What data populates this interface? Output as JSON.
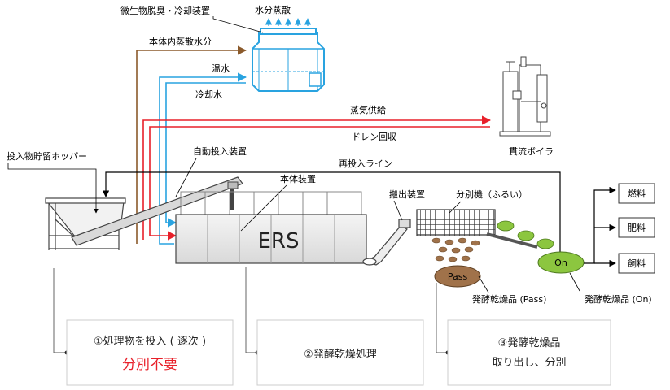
{
  "labels": {
    "cooler": "微生物脱臭・冷却装置",
    "evaporation": "水分蒸散",
    "internal_vapor": "本体内蒸散水分",
    "hot_water": "温水",
    "cooling_water": "冷却水",
    "steam_supply": "蒸気供給",
    "drain_return": "ドレン回収",
    "boiler": "貫流ボイラ",
    "hopper": "投入物貯留ホッパー",
    "auto_feeder": "自動投入装置",
    "reinput_line": "再投入ライン",
    "main_unit": "本体装置",
    "ers": "ERS",
    "discharge": "搬出装置",
    "sieve": "分別機（ふるい）",
    "fuel": "燃料",
    "fertilizer": "肥料",
    "feed": "飼料",
    "pass": "Pass",
    "on": "On",
    "product_pass": "発酵乾燥品 (Pass)",
    "product_on": "発酵乾燥品 (On)"
  },
  "steps": {
    "step1_line1": "①処理物を投入 ( 逐次 )",
    "step1_line2": "分別不要",
    "step2": "②発酵乾燥処理",
    "step3_line1": "③発酵乾燥品",
    "step3_line2": "取り出し、分別"
  },
  "colors": {
    "steam": "#e8202a",
    "water": "#29a3e0",
    "vapor": "#8b5a2b",
    "green": "#8cc63f",
    "pass_brown": "#a0724a",
    "step_red": "#e8202a"
  }
}
